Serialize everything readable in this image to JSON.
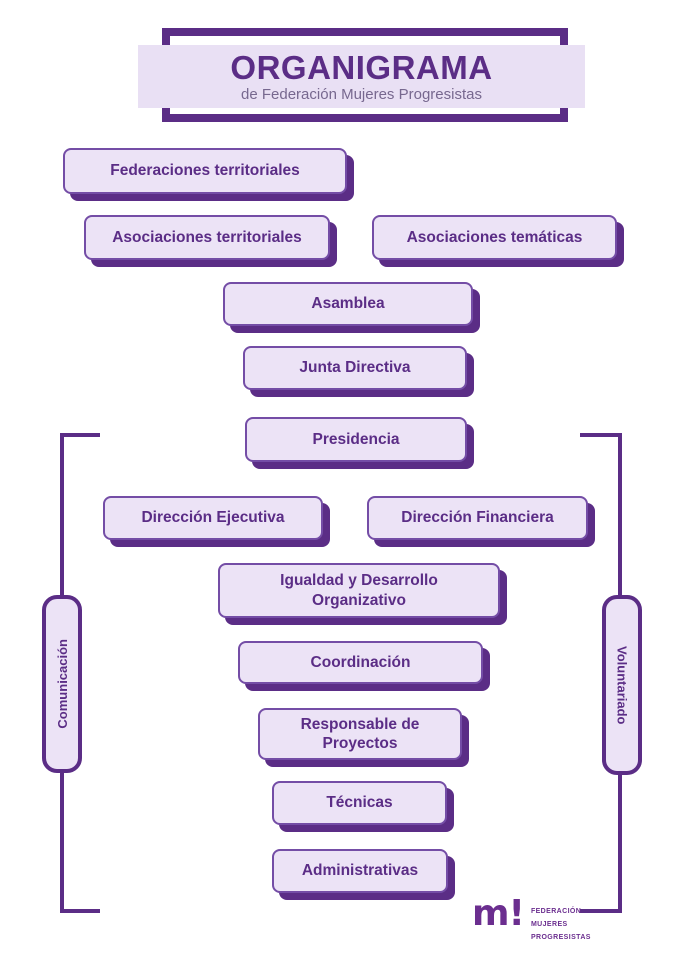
{
  "title": {
    "heading": "ORGANIGRAMA",
    "subtitle": "de Federación Mujeres Progresistas"
  },
  "nodes": [
    {
      "label": "Federaciones territoriales"
    },
    {
      "label": "Asociaciones territoriales"
    },
    {
      "label": "Asociaciones temáticas"
    },
    {
      "label": "Asamblea"
    },
    {
      "label": "Junta Directiva"
    },
    {
      "label": "Presidencia"
    },
    {
      "label": "Dirección Ejecutiva"
    },
    {
      "label": "Dirección Financiera"
    },
    {
      "label": "Igualdad y Desarrollo Organizativo"
    },
    {
      "label": "Coordinación"
    },
    {
      "label": "Responsable de Proyectos"
    },
    {
      "label": "Técnicas"
    },
    {
      "label": "Administrativas"
    }
  ],
  "side_labels": {
    "left": "Comunicación",
    "right": "Voluntariado"
  },
  "logo": {
    "mark": "m!",
    "org_lines": [
      "FEDERACIÓN",
      "MUJERES",
      "PROGRESISTAS"
    ]
  },
  "colors": {
    "dark_purple": "#5b2d86",
    "node_border": "#744da6",
    "node_fill": "#ece3f6",
    "banner_fill": "#e9e0f4",
    "subtitle_text": "#77688f",
    "logo_purple": "#6b2e8f"
  }
}
